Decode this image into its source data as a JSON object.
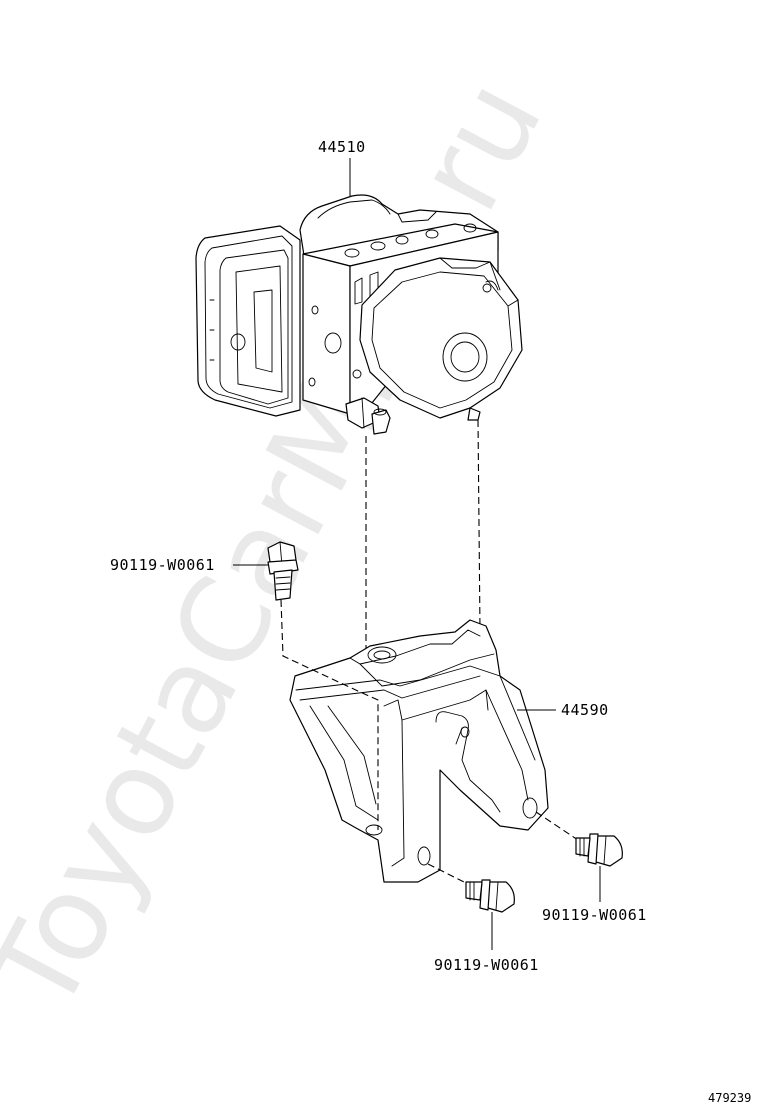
{
  "watermark": "ToyotaCarMine.ru",
  "parts": {
    "actuator": "44510",
    "bracket": "44590",
    "bolt_left": "90119-W0061",
    "bolt_right": "90119-W0061",
    "bolt_bottom": "90119-W0061"
  },
  "figure_id": "479239"
}
